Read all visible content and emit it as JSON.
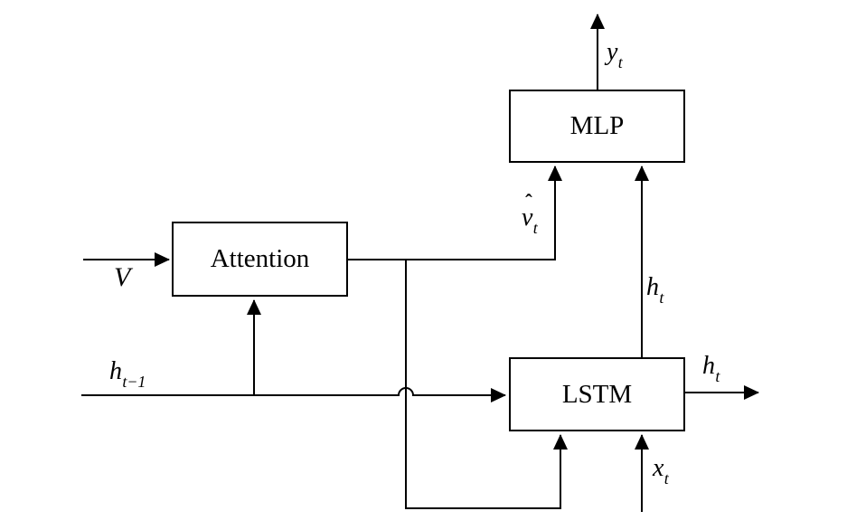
{
  "diagram": {
    "boxes": {
      "attention": {
        "label": "Attention"
      },
      "mlp": {
        "label": "MLP"
      },
      "lstm": {
        "label": "LSTM"
      }
    },
    "labels": {
      "v_input": {
        "base": "V",
        "sub": ""
      },
      "h_prev": {
        "base": "h",
        "sub": "t−1"
      },
      "v_hat": {
        "hat": "ˆ",
        "base": "v",
        "sub": "t"
      },
      "y_out": {
        "base": "y",
        "sub": "t"
      },
      "h_t_mid": {
        "base": "h",
        "sub": "t"
      },
      "h_t_out": {
        "base": "h",
        "sub": "t"
      },
      "x_input": {
        "base": "x",
        "sub": "t"
      }
    },
    "colors": {
      "line": "#000000",
      "background": "#ffffff"
    }
  }
}
